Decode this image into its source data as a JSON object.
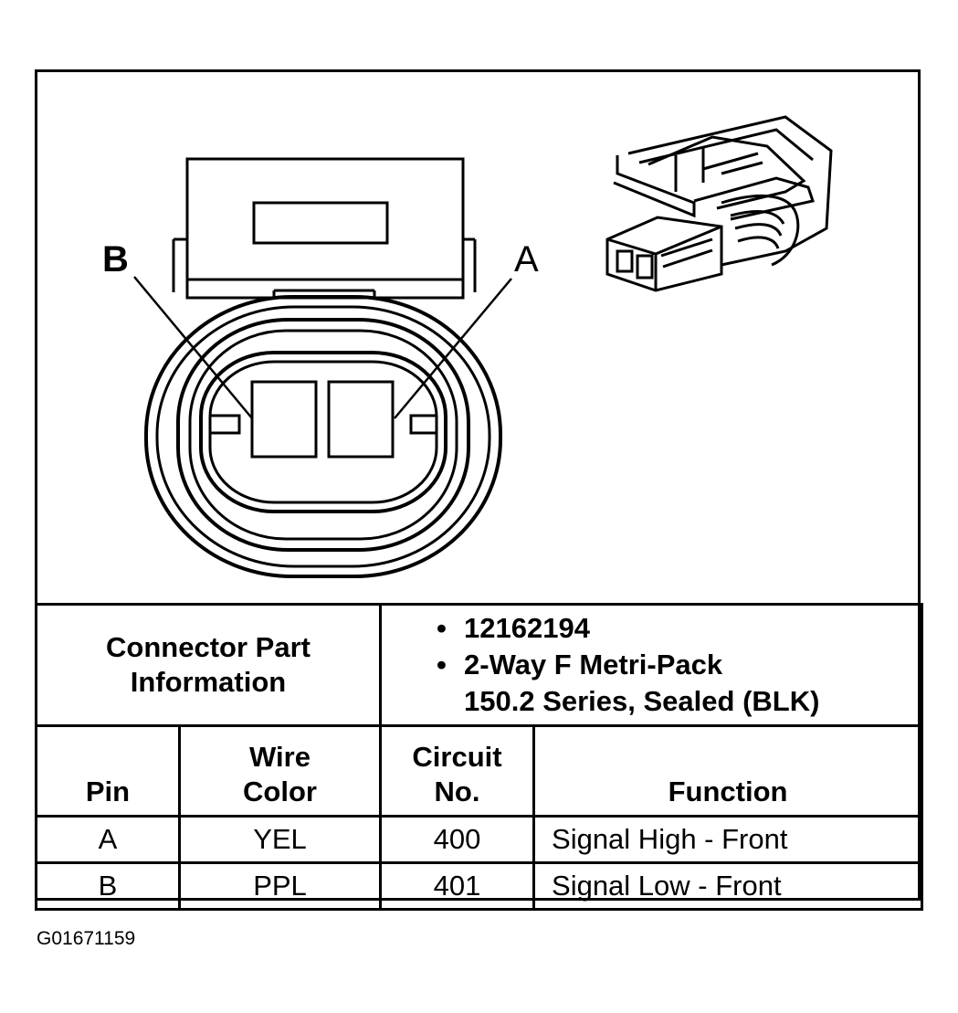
{
  "diagram": {
    "pin_labels": {
      "a": "A",
      "b": "B"
    }
  },
  "connector_info": {
    "label_line1": "Connector Part",
    "label_line2": "Information",
    "part_number": "12162194",
    "description_line1": "2-Way F Metri-Pack",
    "description_line2": "150.2 Series, Sealed (BLK)"
  },
  "table": {
    "headers": {
      "pin": "Pin",
      "wire_color_line1": "Wire",
      "wire_color_line2": "Color",
      "circuit_line1": "Circuit",
      "circuit_line2": "No.",
      "function": "Function"
    },
    "rows": [
      {
        "pin": "A",
        "wire_color": "YEL",
        "circuit": "400",
        "function": "Signal High - Front"
      },
      {
        "pin": "B",
        "wire_color": "PPL",
        "circuit": "401",
        "function": "Signal Low - Front"
      }
    ]
  },
  "figure_id": "G01671159"
}
